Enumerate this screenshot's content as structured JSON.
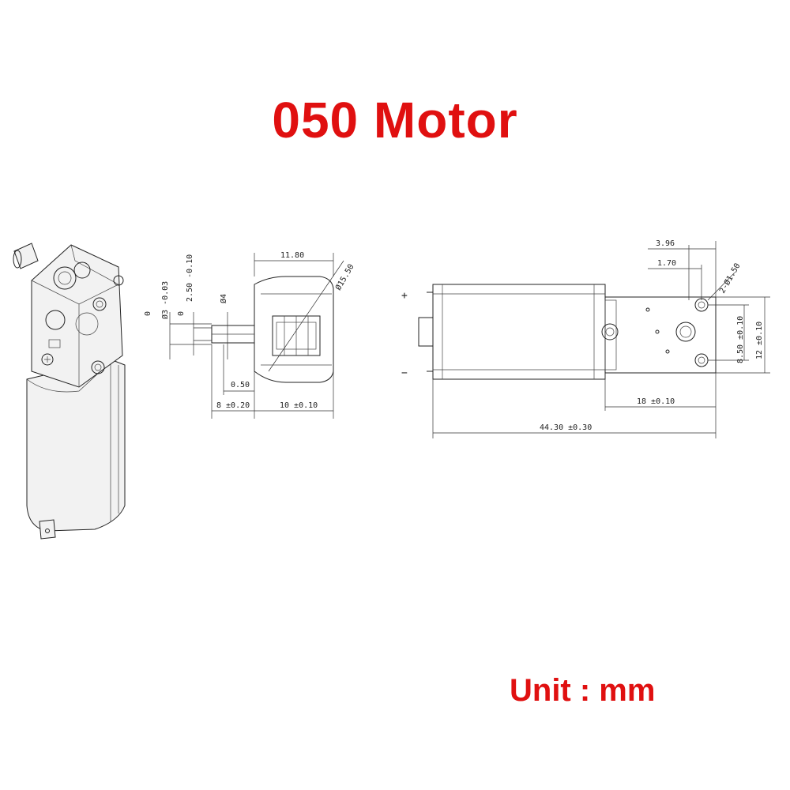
{
  "title": "050  Motor",
  "unit_label": "Unit : mm",
  "colors": {
    "title": "#e01010",
    "line": "#222222"
  },
  "dimensions": {
    "shaft_dia_tol_top": "0",
    "shaft_dia": "Ø3 -0.03",
    "flat_tol_top": "0",
    "flat": "2.50 -0.10",
    "boss_dia": "Ø4",
    "gap": "0.50",
    "shaft_len": "8 ±0.20",
    "gearbox_len": "10 ±0.10",
    "gearbox_width": "11.80",
    "can_dia": "Ø15.50",
    "hole_offset": "3.96",
    "hole_offset2": "1.70",
    "holes": "2-Ø1.50",
    "hole_spacing": "8.50 ±0.10",
    "plate_height": "12 ±0.10",
    "gearbox_total": "18 ±0.10",
    "total_len": "44.30 ±0.30"
  },
  "terminals": {
    "plus": "+",
    "minus": "−"
  }
}
